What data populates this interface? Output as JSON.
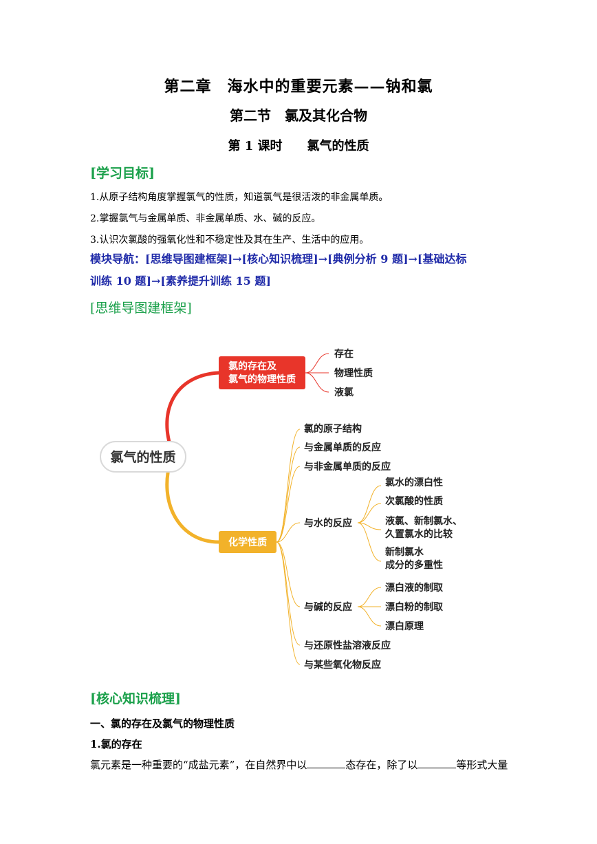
{
  "header": {
    "chapter": "第二章　海水中的重要元素——钠和氯",
    "section": "第二节　氯及其化合物",
    "lesson": "第 1 课时　　氯气的性质"
  },
  "goals": {
    "heading": "[学习目标]",
    "items": [
      "1.从原子结构角度掌握氯气的性质，知道氯气是很活泼的非金属单质。",
      "2.掌握氯气与金属单质、非金属单质、水、碱的反应。",
      "3.认识次氯酸的强氧化性和不稳定性及其在生产、生活中的应用。"
    ]
  },
  "navigation": {
    "line1": "模块导航：[思维导图建框架]→[核心知识梳理]→[典例分析 9 题]→[基础达标",
    "line2": "训练 10 题]→[素养提升训练 15 题]"
  },
  "mindmap_heading": "[思维导图建框架]",
  "mindmap": {
    "root": "氯气的性质",
    "branch1": {
      "line1": "氯的存在及",
      "line2": "氯气的物理性质",
      "color": "#e8352a",
      "children": [
        "存在",
        "物理性质",
        "液氯"
      ]
    },
    "branch2": {
      "label": "化学性质",
      "color": "#f2b22a",
      "children": [
        "氯的原子结构",
        "与金属单质的反应",
        "与非金属单质的反应",
        "与水的反应",
        "与碱的反应",
        "与还原性盐溶液反应",
        "与某些氧化物反应"
      ],
      "water": [
        "氯水的漂白性",
        "次氯酸的性质",
        "液氯、新制氯水、",
        "久置氯水的比较",
        "新制氯水",
        "成分的多重性"
      ],
      "base": [
        "漂白液的制取",
        "漂白粉的制取",
        "漂白原理"
      ]
    }
  },
  "core": {
    "heading": "[核心知识梳理]",
    "part1": "一、氯的存在及氯气的物理性质",
    "sub1": "1.氯的存在",
    "text_a": "氯元素是一种重要的“成盐元素”，在自然界中以",
    "text_b": "态存在，除了以",
    "text_c": "等形式大量"
  }
}
